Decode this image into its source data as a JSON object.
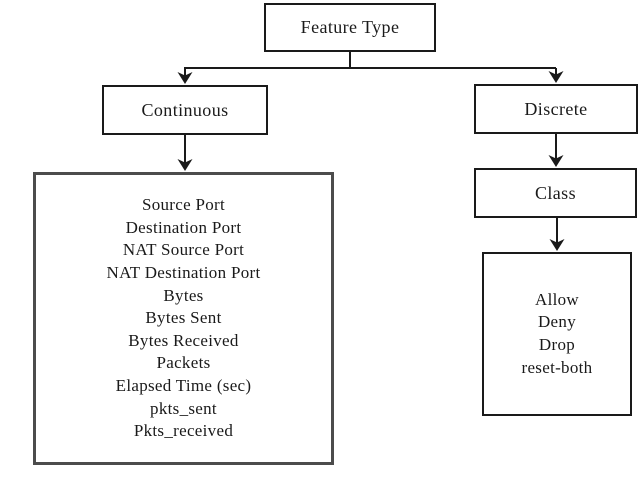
{
  "diagram": {
    "type": "flowchart-tree",
    "root_label": "Feature Type",
    "nodes": {
      "feature_type": {
        "label": "Feature Type"
      },
      "continuous": {
        "label": "Continuous"
      },
      "discrete": {
        "label": "Discrete"
      },
      "class": {
        "label": "Class"
      },
      "continuous_features": {
        "items": [
          "Source Port",
          "Destination Port",
          "NAT Source Port",
          "NAT Destination Port",
          "Bytes",
          "Bytes Sent",
          "Bytes Received",
          "Packets",
          "Elapsed Time (sec)",
          "pkts_sent",
          "Pkts_received"
        ]
      },
      "class_values": {
        "items": [
          "Allow",
          "Deny",
          "Drop",
          "reset-both"
        ]
      }
    },
    "edges": [
      {
        "from": "feature_type",
        "to": "continuous"
      },
      {
        "from": "feature_type",
        "to": "discrete"
      },
      {
        "from": "continuous",
        "to": "continuous_features"
      },
      {
        "from": "discrete",
        "to": "class"
      },
      {
        "from": "class",
        "to": "class_values"
      }
    ],
    "colors": {
      "background": "#ffffff",
      "line": "#1a1a1a",
      "box_border": "#1a1a1a",
      "features_box_border": "#4c4c4c",
      "text": "#1a1a1a"
    }
  }
}
